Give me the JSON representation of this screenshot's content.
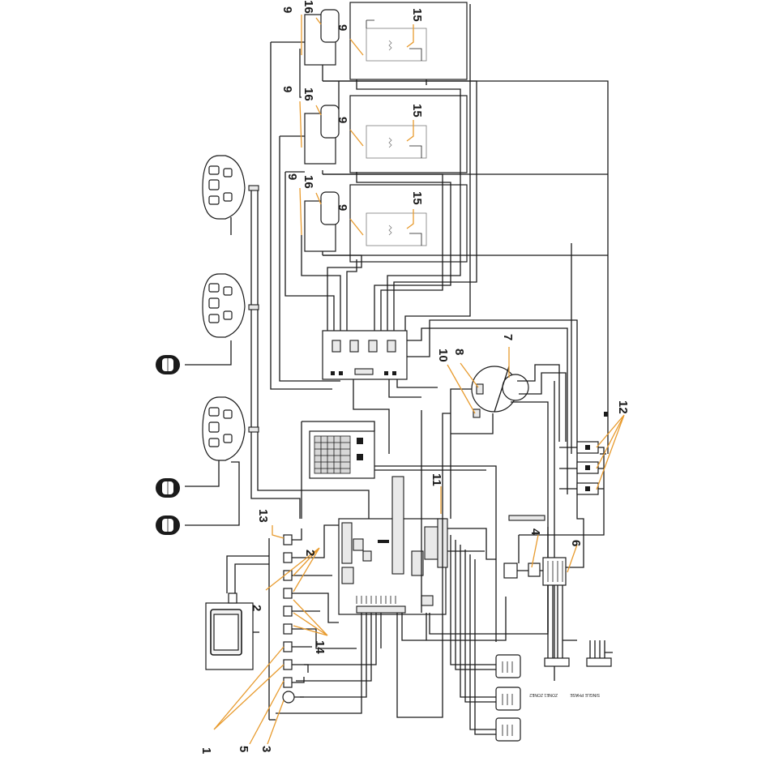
{
  "colors": {
    "wire": "#1a1a1a",
    "leader": "#e89b2e",
    "background": "#ffffff"
  },
  "callouts": {
    "c1": "1",
    "c2a": "2",
    "c2b": "2",
    "c3": "3",
    "c4": "4",
    "c5": "5",
    "c6": "6",
    "c7": "7",
    "c8": "8",
    "c9_top_a": "9",
    "c9_top_b": "9",
    "c9_mid_a": "9",
    "c9_mid_b": "9",
    "c9_bot_a": "9",
    "c9_bot_b": "9",
    "c10": "10",
    "c11": "11",
    "c12": "12",
    "c13": "13",
    "c14": "14",
    "c15_top": "15",
    "c15_mid": "15",
    "c15_bot": "15",
    "c16_top": "16",
    "c16_mid": "16",
    "c16_bot": "16"
  },
  "icons": {
    "keypad": "arch-keypad-icon",
    "headrest": "headrest-speaker-icon",
    "display": "control-display-icon",
    "jet": "jet-nozzle-icon",
    "heater": "heater-coil-icon"
  }
}
